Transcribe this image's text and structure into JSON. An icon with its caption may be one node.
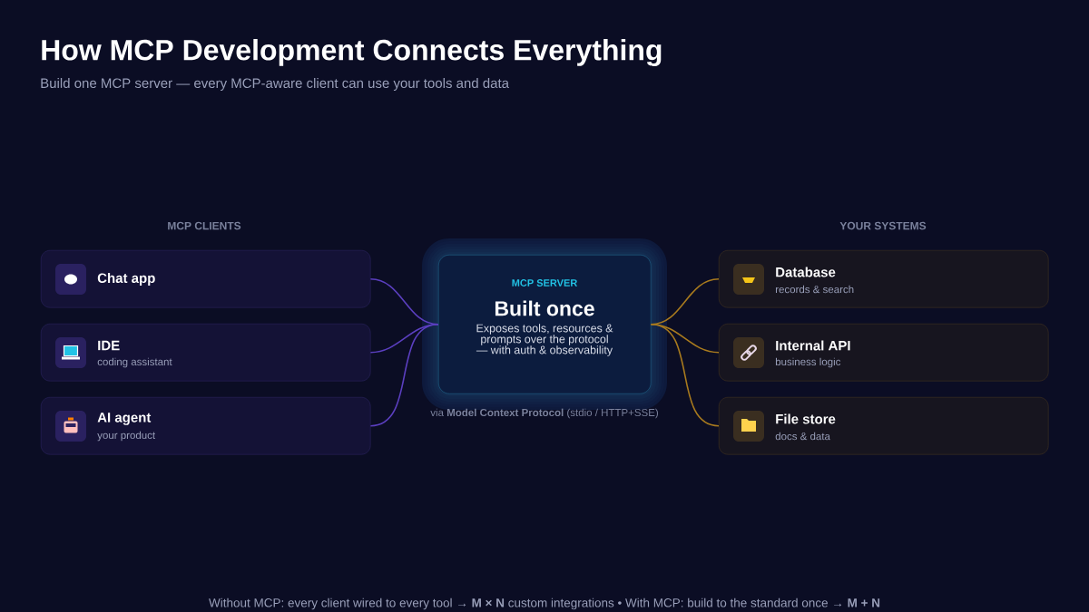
{
  "diagram": {
    "title": "How MCP Development Connects Everything",
    "nodes": [
      {
        "text": [
          "Chat app"
        ]
      },
      {
        "text": [
          "IDE",
          "coding assistant"
        ]
      },
      {
        "text": [
          "AI agent",
          "your product"
        ]
      },
      {
        "text": [
          "MCP SERVER",
          "Built once",
          "Exposes tools, resources & prompts over the protocol — with auth & observability"
        ],
        "beside": [
          "via **Model Context Protocol** (stdio / HTTP+SSE)"
        ]
      },
      {
        "text": [
          "Database",
          "records & search"
        ]
      },
      {
        "text": [
          "Internal API",
          "business logic"
        ]
      },
      {
        "text": [
          "File store",
          "docs & data"
        ]
      }
    ],
    "edges": [
      {
        "from": 0,
        "to": 3,
        "arrow": "none",
        "color": "#5b3fc0"
      },
      {
        "from": 1,
        "to": 3,
        "arrow": "none",
        "color": "#5b3fc0"
      },
      {
        "from": 2,
        "to": 3,
        "arrow": "none",
        "color": "#5b3fc0"
      },
      {
        "from": 3,
        "to": 4,
        "arrow": "none",
        "color": "#a87a1e"
      },
      {
        "from": 3,
        "to": 5,
        "arrow": "none",
        "color": "#a87a1e"
      },
      {
        "from": 3,
        "to": 6,
        "arrow": "none",
        "color": "#a87a1e"
      }
    ],
    "labels": [
      "Build one MCP server — every MCP-aware client can use your tools and data",
      "MCP CLIENTS",
      "YOUR SYSTEMS",
      "Without MCP: every client wired to every tool → **M × N** custom integrations • With MCP: build to the standard once → **M + N**"
    ]
  }
}
